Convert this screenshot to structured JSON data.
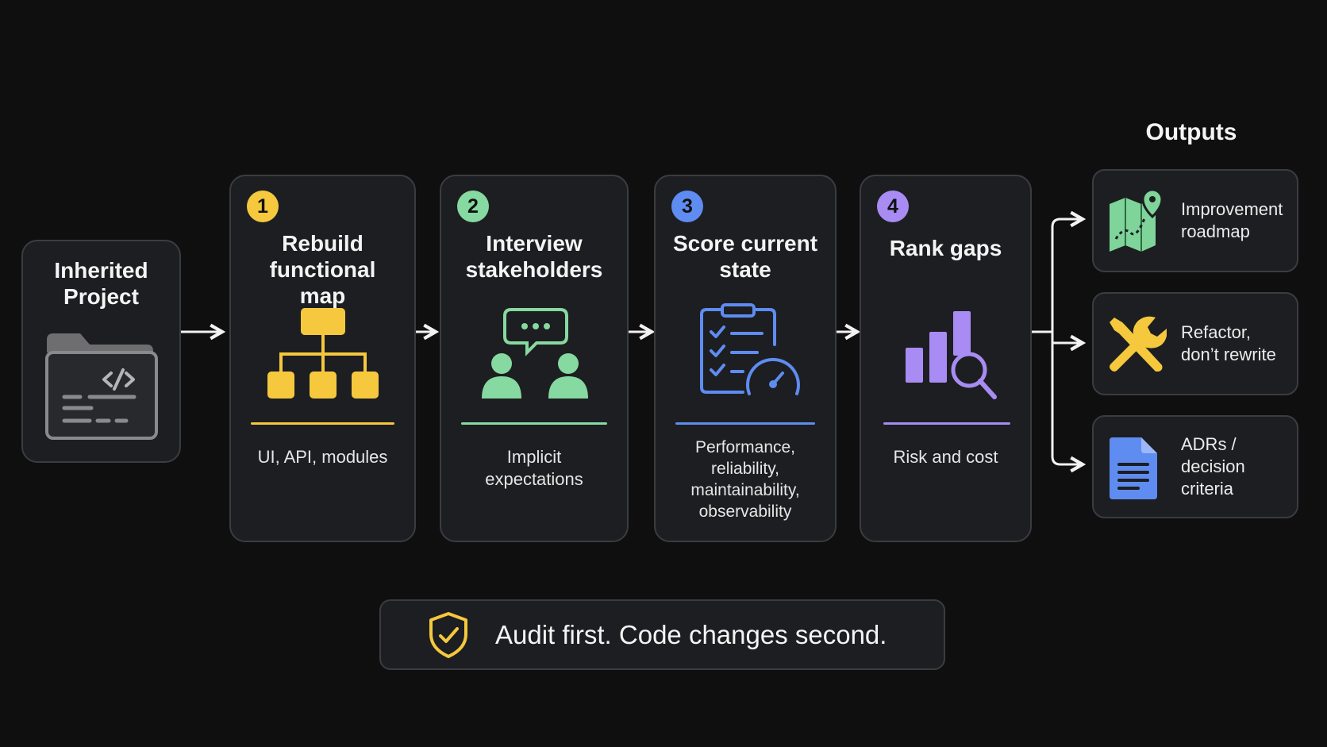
{
  "outputs_heading": "Outputs",
  "input": {
    "title": "Inherited Project",
    "icon": "code-folder-icon"
  },
  "steps": [
    {
      "number": "1",
      "title": "Rebuild functional map",
      "description": "UI, API, modules",
      "color": "#f5c83d",
      "icon": "hierarchy-icon"
    },
    {
      "number": "2",
      "title": "Interview stakeholders",
      "description": "Implicit expectations",
      "color": "#86d9a0",
      "icon": "stakeholders-chat-icon"
    },
    {
      "number": "3",
      "title": "Score current state",
      "description": "Performance, reliability, maintainability, observability",
      "color": "#5e8cf0",
      "icon": "clipboard-gauge-icon"
    },
    {
      "number": "4",
      "title": "Rank gaps",
      "description": "Risk and cost",
      "color": "#a88cf4",
      "icon": "bar-chart-search-icon"
    }
  ],
  "outputs": [
    {
      "label": "Improvement roadmap",
      "icon": "map-pin-icon",
      "color": "#7fd49a"
    },
    {
      "label": "Refactor, don’t rewrite",
      "icon": "tools-icon",
      "color": "#f5c83d"
    },
    {
      "label": "ADRs / decision criteria",
      "icon": "document-icon",
      "color": "#5e8cf0"
    }
  ],
  "footer": {
    "text": "Audit first. Code changes second.",
    "icon": "shield-check-icon",
    "color": "#f5c83d"
  }
}
